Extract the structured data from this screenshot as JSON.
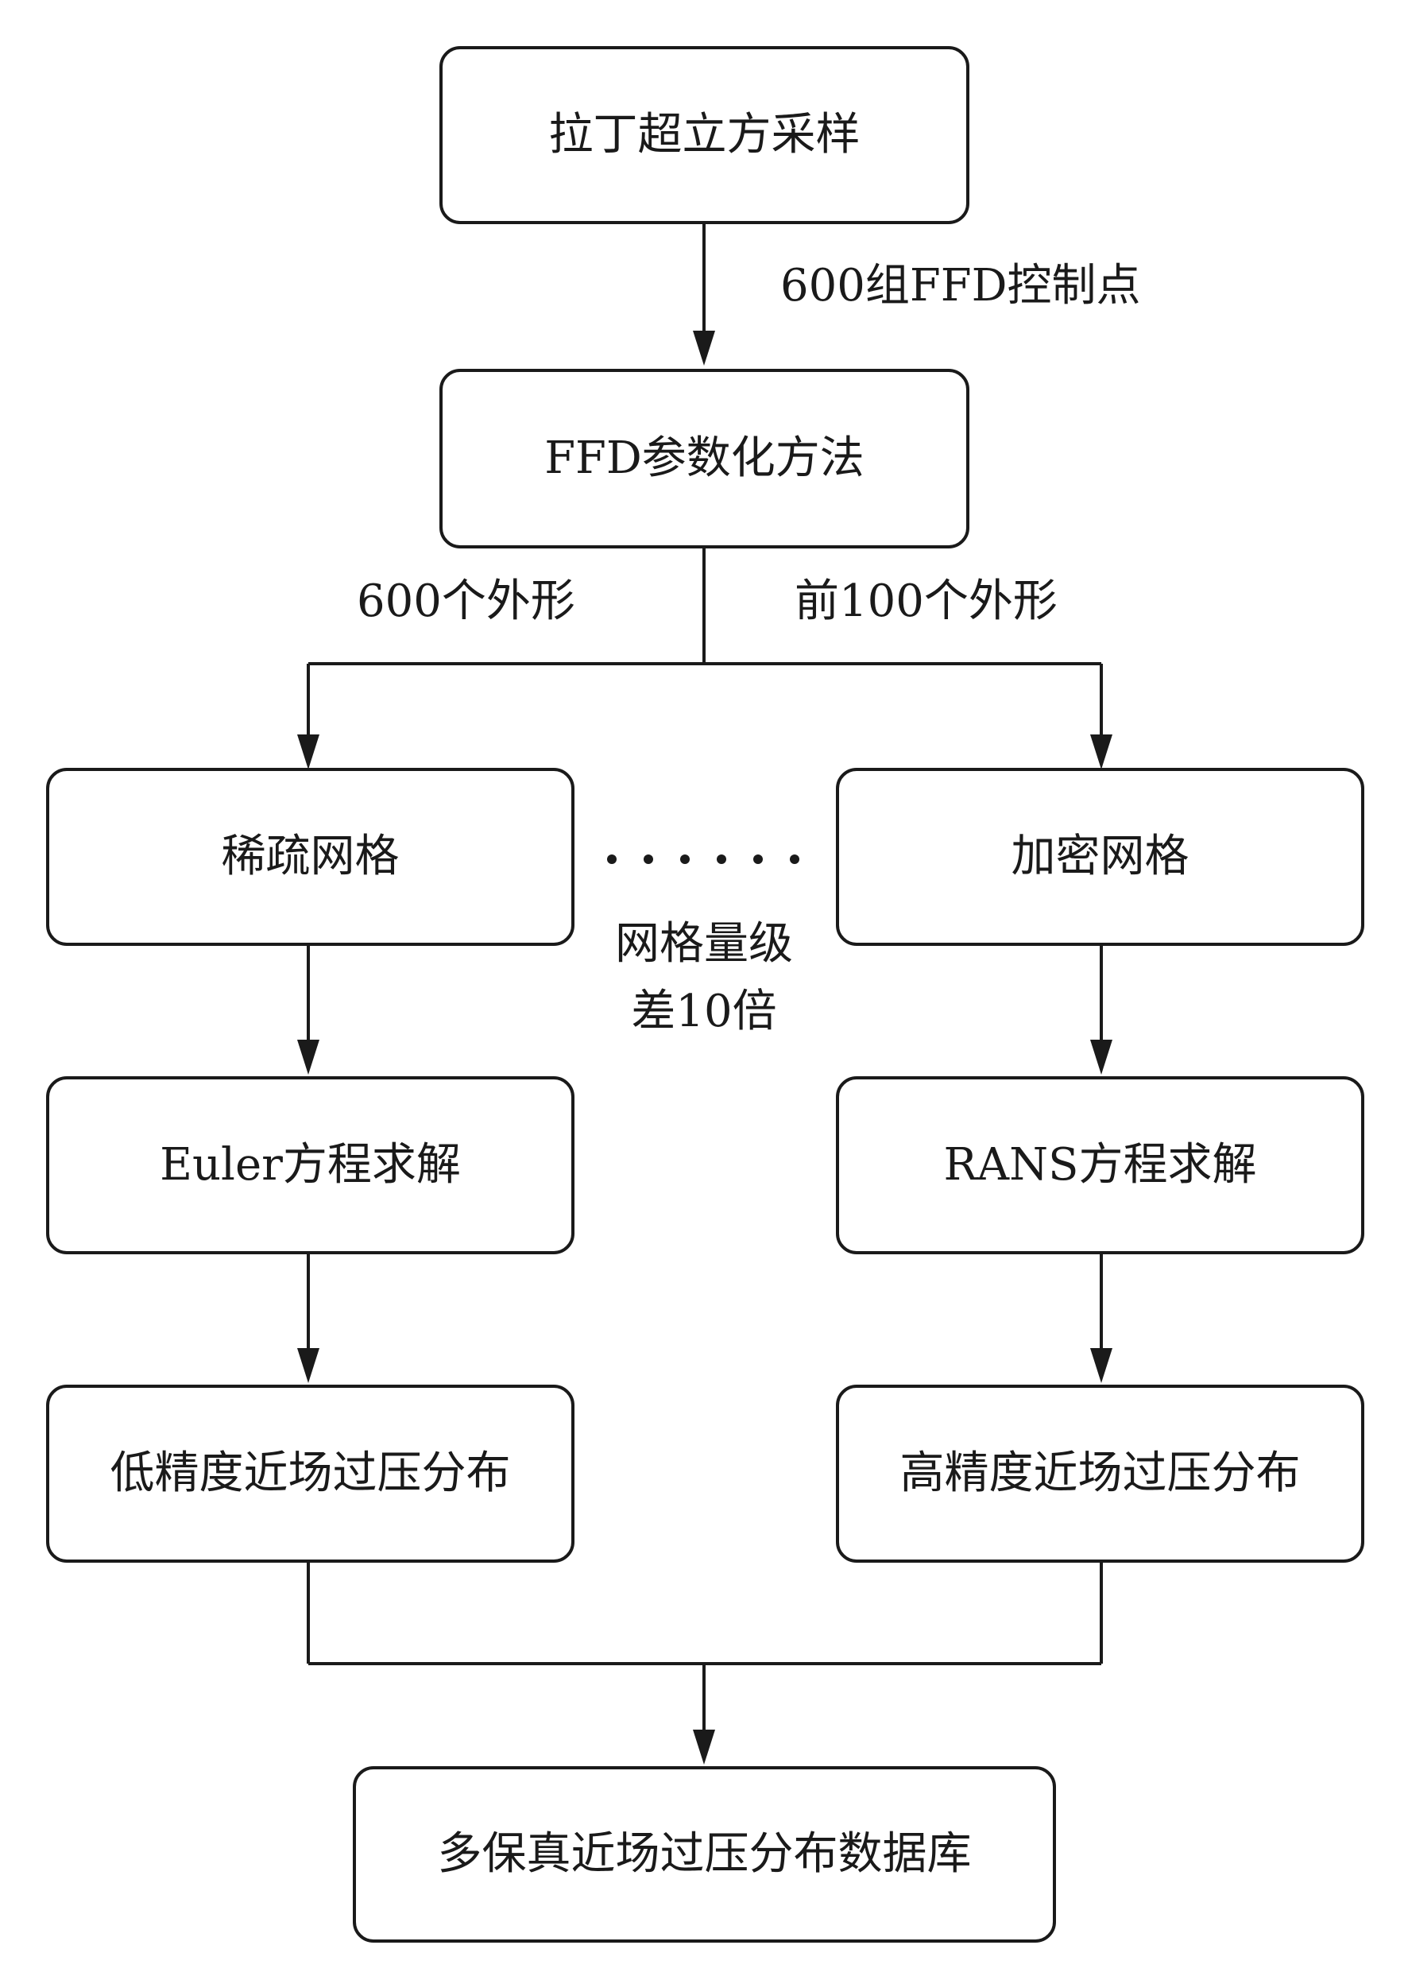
{
  "nodes": {
    "lhs_sampling": "拉丁超立方采样",
    "ffd_param": "FFD参数化方法",
    "coarse_mesh": "稀疏网格",
    "fine_mesh": "加密网格",
    "euler_solve": "Euler方程求解",
    "rans_solve": "RANS方程求解",
    "low_fidelity": "低精度近场过压分布",
    "high_fidelity": "高精度近场过压分布",
    "database": "多保真近场过压分布数据库"
  },
  "edge_labels": {
    "control_points": "600组FFD控制点",
    "all_shapes": "600个外形",
    "first_shapes": "前100个外形",
    "mesh_ratio_line1": "网格量级",
    "mesh_ratio_line2": "差10倍"
  }
}
